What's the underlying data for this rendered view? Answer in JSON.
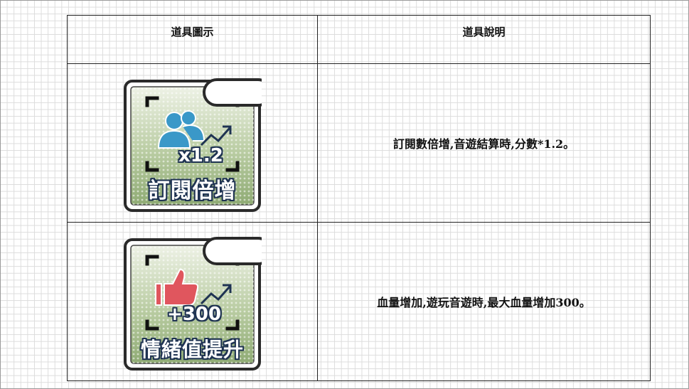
{
  "table": {
    "headers": [
      "道具圖示",
      "道具說明"
    ],
    "rows": [
      {
        "icon": {
          "label": "訂閱倍增",
          "badge": "x1.2",
          "glyph": "users-icon",
          "badge_color": "#ffffff"
        },
        "description": "訂閱數倍增,音遊結算時,分數*1.2。"
      },
      {
        "icon": {
          "label": "情緒值提升",
          "badge": "+300",
          "glyph": "thumbs-up-icon",
          "badge_color": "#ffffff"
        },
        "description": "血量增加,遊玩音遊時,最大血量增加300。"
      }
    ]
  },
  "colors": {
    "card_green": "#a5bc8c",
    "card_outline": "#2a2a2a",
    "label_outline": "#1f3352",
    "users_blue": "#3a98c8",
    "thumb_red": "#e0565e",
    "arrow_navy": "#1f3352"
  }
}
